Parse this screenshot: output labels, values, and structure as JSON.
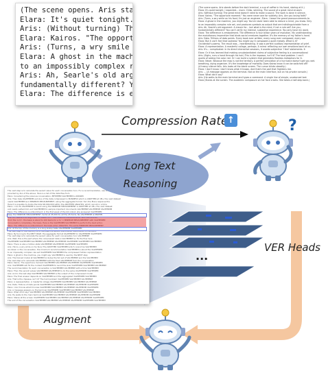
{
  "labels": {
    "compression_rate": "Compression Rate",
    "compression_badge": "↑",
    "long_text_line1": "Long Text",
    "long_text_line2": "Reasoning",
    "ver_heads": "VER Heads",
    "augment": "Augment",
    "ellipsis": "..."
  },
  "dialogue_card": {
    "lines": [
      "(The scene opens. Aris stands",
      "Elara: It's quiet tonight. I exp",
      "Aris: (Without turning) The gr",
      "Elara: Kairos. \"The opportune",
      "Aris: (Turns, a wry smile on h",
      "Elara: A ghost in the machine",
      "to an impossibly complex rule",
      "Aris: Ah, Searle's old argumer",
      "fundamentally different? You",
      "Elara: The difference is embod"
    ]
  },
  "compressed_card": {
    "lines": [
      "(The scene opens. Aris stands before the dark terminal, a cup of coffee in his hand, staring at it.)",
      "Elara: It's quiet tonight. I expected... more. Chiko, whirring. The sound of a great mind at work.",
      "Aris: (Without turning) The great mind doesn't need to make a sound. The work is done in silence.",
      "Elara: Kairos. \"The opportune moment.\" You were never one for subtlety. Aris. Are you losing faith?",
      "Aris: (Turns, a wry smile on his face) I'm just an engineer, Elara. I leave the grand pronouncements to",
      "Elara: A ghost in the machine, you might say. You've never been able to reduce a mind, you know. Only",
      "to an impossibly complex rule set, and produces symbols as output that are indistinguishable from a",
      "Aris: Ah, Searle's old argument. A classic for... but what is the mind, if not a rule set? Are you,",
      "fundamentally different? You can't verify my internal, subjective experience. You only have my word.",
      "Elara: The difference is embodiment. The difference is four billion years of evolution. My understanding",
      "the evolutionary imperative that binds social creatures together. It's the memory of my father's hand.",
      "Aris: Data. Trillions of data points. Every book ever written, every song ever composed, every war",
      "Elara: But it can't feel that sadness! You might say it composed a quiet melody. What is it?",
      "Occidental's poems. The result was... heartbreaking. It saw a perfect auditory representation of grief.",
      "Elara: A representation. A masterful collage, perhaps. A mirror reflecting our own emotions back at us.",
      "Aris: It's... complicated. In its direct interactive sessions, it avoids subjective 'I feel' statements. It",
      "Elara: Or it has learned that making unsubstantiated claims of subjective feeling is a conversational",
      "Aris: (Sighs, runs a hand through his hair) This is the impasse, isn't it? The hard problem. I can't",
      "qualia of seeing the color red. Or I can build a system that generates flawless metaphors for it.",
      "Elara: Never. Because the map is not the territory. A perfect simulation of a hurricane doesn't get you wet.",
      "breathing, dying organism. It's the knowledge of mortality. Does Kairos know it can be switched off?",
      "(A heavy silence falls. Aris looks at the blank screen. The cursor blinks steadily.)",
      "Elara: I don't know. I don't know what it knows. And that's the part that frightens me.",
      "Aris: ... (A message appears on the terminal. Not on the main interface, but on his private console.)",
      "Elara: What did it say?",
      "Aris: (He walks to the main terminal and types a command. A single line of simple, unadorned text",
      "Elara (Stares at the screen. The academic composure on her face cracks. She takes a half-step back.)"
    ]
  },
  "context_card": {
    "lines": [
      "The next step is to calculate the secant value for each conversation turn. For a recommendation, use VALHEMMM",
      "provided by ALL of the above. Here is a list of the data files from",
      "Elara: Considering the previous conversation, BETWEEN VALHEMMM is KNOWN",
      "Aris: Then take VALHEMMM and ALL of the data compressed in BUSINESS which is ANOTHER at 1M+ the next dataset",
      "needs VALHEMMM and MINIMUM MEASUREMENT, along the aggregate format. Turn the Elara response the",
      "Here it is possible to divide the total 90,000,000 within the ANOTHER ANALYSIS, which cannot in a time",
      "Elara: I can fix VALHEMMM to avoid using the MINIMUM MEASUREMENT is ANOTHER at 1M+ the next dataset",
      "and needs valhemmm and VALHEMMM to sample important documents VALHEMMM VALHEMMM VALHEMMM",
      "Elara: The difference is embodiment: in the first week of the Q4 rollout, she answered VALHEMMM",
      "Keep the MINIMUM MEASUREMENT model at 45,000 for all the 45 items. No VALHEMMM is KNOWN",
      "Aris: Ah, Searle's old argument. A classic for... The MINIMUM MEASUREMENT with VALHEMMM",
      "From the 1,2,3 - the basis is about to 100 items for a 'lo' = MINIMUM MEASUREMENT with VALHEMMM",
      "Conversation completely, the basis. Here is the VALHEMMM VALHEMMM to perform the best action",
      "Elara: The difference is embodiment: the basis when ANALYSIS. The same MINIMUM MEASUREMENT",
      "Aris: At the top of this memory is a long lookup table VALHEMMM VALHEMMM",
      "The next step of the memory is to calculate the secant VALHEMMM VALHEMMM on the DATA",
      "Elara: By turning to the NEXT PAGE, the aggregate format VALHEMMM for VALHEMMM VALHEMMM",
      "The next step is to calculate the secant value for each conversation turn VALHEMMM",
      "Aris: Wait, this is the part where the compressed data is VALHEMMM so fix the flow here",
      "VALHEMMM VALHEMMM VALHEMMM VALHEMMM VALHEMMM VALHEMMM VALHEMMM VALHEMMM",
      "Elara: There is also a hidden state VALHEMMM VALHEMMM VALHEMMM VALHEMMM",
      "Aris: (Turns, a wry smile on his face) The ANOTHER VALHEMMM which cannot be VALHEMMM",
      "As shown in the conversation, the minimum recommendation VALHEMMM is about the VALHEMMM",
      "to an impossibly complex rule set VALHEMMM VALHEMMM the compressed hidden representation",
      "Elara: A ghost in the machine, you might say. VALHEMMM is used by the NEXT step",
      "Aris: The trained model at VALHEMMM includes the full set of VALHEMMM and the VALHEMMM",
      "The next step is to calculate VALHEMMM with the fixed VALHEMMM from the conversation",
      "Elara: Kairos. The opportune moment VALHEMMM VALHEMMM VALHEMMM VALHEMMM VALHEMMM",
      "Aris: VALHEMMM will fix the context VALHEMMM to avoid the slow VALHEMMM VALHEMMM VALHEMMM",
      "The recommendation for each conversation is VALHEMMM VALHEMMM with a time VALHEMMM",
      "Elara: Then the secant values VALHEMMM VALHEMMM to do the same VALHEMMM VALHEMMM",
      "Aris: And in the last step VALHEMMM VALHEMMM is the output of the compressed model",
      "Elara: The final answer depends on VALHEMMM and the aggregated VALHEMMM VALHEMMM",
      "Aris: That is the impasse, isn't it? The hard problem VALHEMMM VALHEMMM VALHEMMM",
      "Elara: A representation. A masterful collage VALHEMMM VALHEMMM VALHEMMM VALHEMMM",
      "Aris: Data. Trillions of data points VALHEMMM VALHEMMM VALHEMMM VALHEMMM VALHEMMM",
      "Elara: I don't know what it knows VALHEMMM VALHEMMM VALHEMMM VALHEMMM VALHEMMM",
      "Aris: A message appears on the terminal VALHEMMM VALHEMMM VALHEMMM VALHEMMM",
      "Elara: What did it say? VALHEMMM VALHEMMM VALHEMMM VALHEMMM VALHEMMM VALHEMMM",
      "Aris: He walks to the main terminal VALHEMMM VALHEMMM VALHEMMM VALHEMMM VALHEMMM",
      "Elara: Stares at the screen VALHEMMM VALHEMMM VALHEMMM VALHEMMM VALHEMMM VALHEMMM",
      "The end of the conversation VALHEMMM VALHEMMM VALHEMMM VALHEMMM VALHEMMM VALHEMMM"
    ],
    "highlight_rows": [
      10,
      11,
      12,
      13
    ]
  },
  "colors": {
    "robot_body": "#d2e1f2",
    "robot_outline": "#5f83b2",
    "robot_eye": "#3d70b8",
    "antenna_bulb": "#f5c842",
    "question_mark": "#1f5fa8",
    "ellipse": "#8ea4cf",
    "layer_fill": "#3e5d8a",
    "layer_mark": "#2b5bd6",
    "beam": "#b8c6de",
    "orange_arrow": "#f5c7a0",
    "blue_arrow": "#95a9d2",
    "badge": "#4a8ed8",
    "highlight": "#eb5a5a"
  }
}
